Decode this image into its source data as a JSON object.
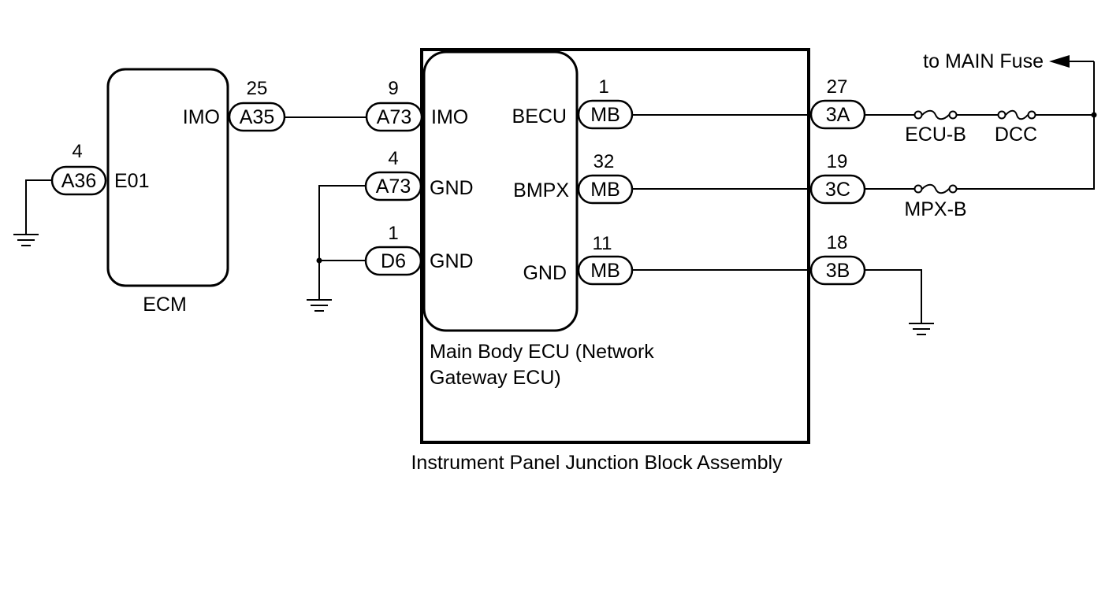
{
  "ecm": {
    "title": "ECM",
    "imo_label": "IMO",
    "imo_connector": "A35",
    "imo_pin": "25",
    "e01_label": "E01",
    "e01_connector": "A36",
    "e01_pin": "4"
  },
  "main_body_ecu": {
    "title_line1": "Main Body ECU (Network",
    "title_line2": "Gateway ECU)",
    "imo_label": "IMO",
    "imo_connector": "A73",
    "imo_pin": "9",
    "gnd1_label": "GND",
    "gnd1_connector": "A73",
    "gnd1_pin": "4",
    "gnd2_label": "GND",
    "gnd2_connector": "D6",
    "gnd2_pin": "1",
    "becu_label": "BECU",
    "becu_connector": "MB",
    "becu_pin": "1",
    "bmpx_label": "BMPX",
    "bmpx_connector": "MB",
    "bmpx_pin": "32",
    "gnd3_label": "GND",
    "gnd3_connector": "MB",
    "gnd3_pin": "11"
  },
  "junction_block": {
    "title": "Instrument Panel Junction Block Assembly",
    "conn_3a": "3A",
    "conn_3a_pin": "27",
    "conn_3c": "3C",
    "conn_3c_pin": "19",
    "conn_3b": "3B",
    "conn_3b_pin": "18"
  },
  "fuses": {
    "ecu_b": "ECU-B",
    "dcc": "DCC",
    "mpx_b": "MPX-B"
  },
  "power": {
    "label": "to MAIN Fuse"
  }
}
